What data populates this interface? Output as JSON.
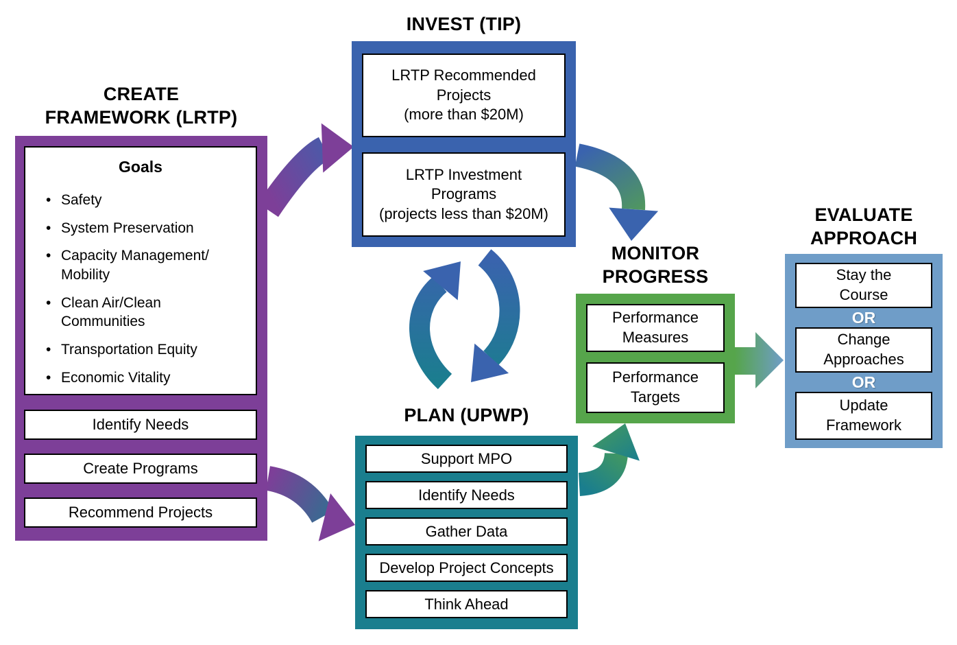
{
  "colors": {
    "purple": "#7D3F98",
    "blue": "#3A63AE",
    "teal": "#1A7E8E",
    "green": "#56A54B",
    "light_blue": "#6F9DC8",
    "black": "#000000",
    "white": "#FFFFFF"
  },
  "create_framework": {
    "title": "CREATE\nFRAMEWORK (LRTP)",
    "goals_heading": "Goals",
    "goals": [
      "Safety",
      "System Preservation",
      "Capacity Management/\nMobility",
      "Clean Air/Clean\nCommunities",
      "Transportation Equity",
      "Economic Vitality"
    ],
    "steps": [
      "Identify Needs",
      "Create Programs",
      "Recommend Projects"
    ]
  },
  "invest": {
    "title": "INVEST (TIP)",
    "items": [
      "LRTP Recommended\nProjects\n(more than $20M)",
      "LRTP Investment\nPrograms\n(projects less than $20M)"
    ]
  },
  "plan": {
    "title": "PLAN (UPWP)",
    "items": [
      "Support MPO",
      "Identify Needs",
      "Gather Data",
      "Develop Project Concepts",
      "Think Ahead"
    ]
  },
  "monitor": {
    "title": "MONITOR\nPROGRESS",
    "items": [
      "Performance\nMeasures",
      "Performance\nTargets"
    ]
  },
  "evaluate": {
    "title": "EVALUATE\nAPPROACH",
    "or_label": "OR",
    "items": [
      "Stay the\nCourse",
      "Change\nApproaches",
      "Update\nFramework"
    ]
  }
}
